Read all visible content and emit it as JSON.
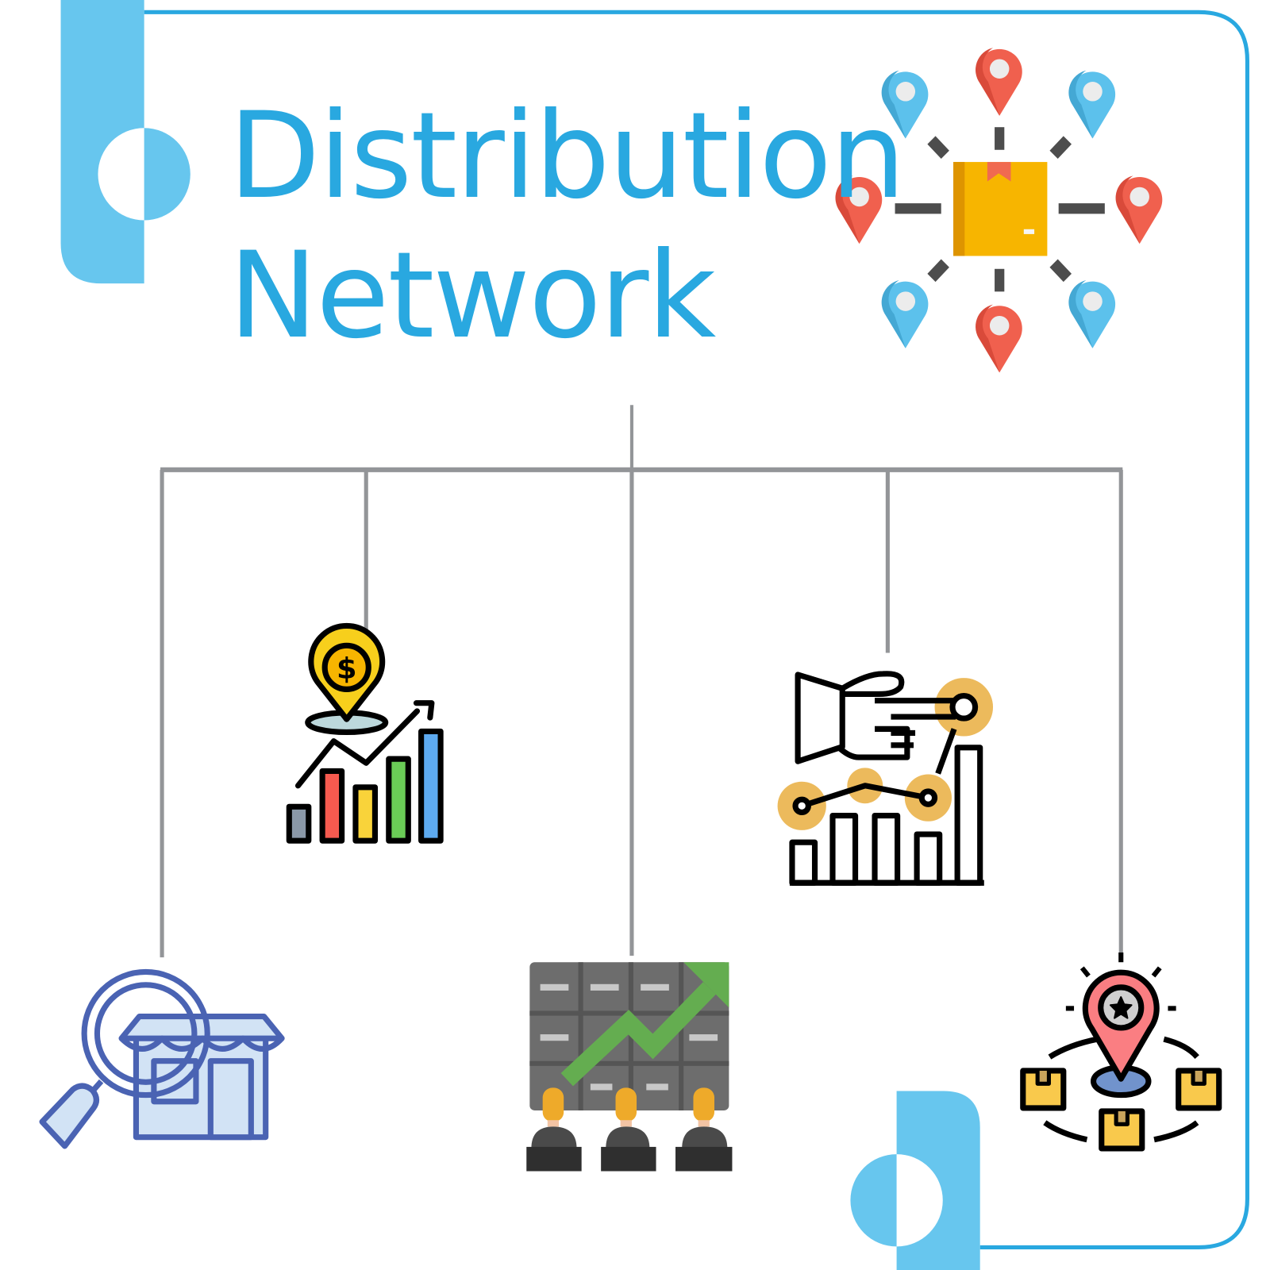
{
  "title": {
    "line1": "Distribution",
    "line2": "Network"
  },
  "colors": {
    "brand_blue": "#29a8e0",
    "light_blue": "#67c6ee",
    "connector_gray": "#939598",
    "pin_red": "#f0604e",
    "pin_blue": "#5cc1ec",
    "box_yellow": "#f7b500"
  },
  "hub_icon": {
    "name": "distribution-hub-icon",
    "center": "package box",
    "pins": [
      "red",
      "blue",
      "blue",
      "red",
      "red",
      "blue",
      "red",
      "blue"
    ]
  },
  "nodes": [
    {
      "id": "retail-store-search",
      "icon": "store-magnifier-icon"
    },
    {
      "id": "sales-growth-location",
      "icon": "dollar-pin-growth-chart-icon"
    },
    {
      "id": "market-analysis-presentation",
      "icon": "audience-growth-board-icon"
    },
    {
      "id": "performance-pointing",
      "icon": "hand-pointing-chart-icon"
    },
    {
      "id": "delivery-location",
      "icon": "location-packages-icon"
    }
  ]
}
